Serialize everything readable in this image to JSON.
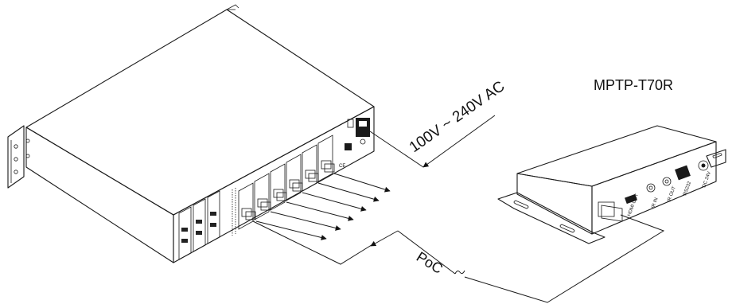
{
  "labels": {
    "model": "MPTP-T70R",
    "power": "100V ~ 240V AC",
    "poc": "PoC"
  },
  "receiver_ports": {
    "hdmi_out": "HDMI OUT",
    "ir_in": "IR IN",
    "ir_out": "IR OUT",
    "rs232": "RS232",
    "dc": "DC 24V"
  }
}
